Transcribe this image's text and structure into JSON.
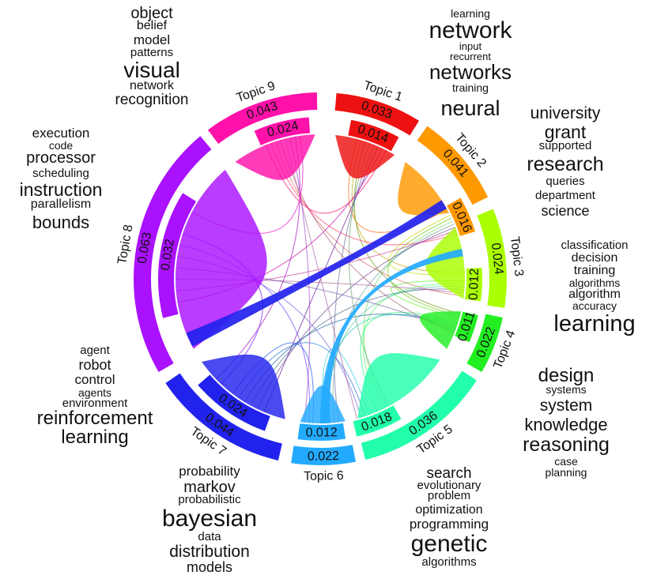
{
  "topics": [
    {
      "label": "Topic 1",
      "color": "#ee1111",
      "outer": "0.033",
      "inner": "0.014",
      "words": [
        [
          "learning",
          14
        ],
        [
          "network",
          30
        ],
        [
          "input",
          13
        ],
        [
          "recurrent",
          13
        ],
        [
          "networks",
          26
        ],
        [
          "training",
          14
        ],
        [
          "neural",
          27
        ]
      ]
    },
    {
      "label": "Topic 2",
      "color": "#ff9900",
      "outer": "0.041",
      "inner": "0.016",
      "words": [
        [
          "university",
          21
        ],
        [
          "grant",
          23
        ],
        [
          "supported",
          15
        ],
        [
          "research",
          25
        ],
        [
          "queries",
          15
        ],
        [
          "department",
          15
        ],
        [
          "science",
          18
        ]
      ]
    },
    {
      "label": "Topic 3",
      "color": "#aaff00",
      "outer": "0.024",
      "inner": "0.012",
      "words": [
        [
          "classification",
          15
        ],
        [
          "decision",
          16
        ],
        [
          "training",
          16
        ],
        [
          "algorithms",
          14
        ],
        [
          "algorithm",
          16
        ],
        [
          "accuracy",
          14
        ],
        [
          "learning",
          29
        ]
      ]
    },
    {
      "label": "Topic 4",
      "color": "#22ee22",
      "outer": "0.022",
      "inner": "0.011",
      "words": [
        [
          "design",
          24
        ],
        [
          "systems",
          14
        ],
        [
          "system",
          21
        ],
        [
          "knowledge",
          22
        ],
        [
          "reasoning",
          25
        ],
        [
          "case",
          14
        ],
        [
          "planning",
          14
        ]
      ]
    },
    {
      "label": "Topic 5",
      "color": "#22ffaa",
      "outer": "0.036",
      "inner": "0.018",
      "words": [
        [
          "search",
          19
        ],
        [
          "evolutionary",
          15
        ],
        [
          "problem",
          15
        ],
        [
          "optimization",
          16
        ],
        [
          "programming",
          17
        ],
        [
          "genetic",
          30
        ],
        [
          "algorithms",
          15
        ]
      ]
    },
    {
      "label": "Topic 6",
      "color": "#22aaff",
      "outer": "0.022",
      "inner": "0.012",
      "words": [
        [
          "probability",
          17
        ],
        [
          "markov",
          20
        ],
        [
          "probabilistic",
          15
        ],
        [
          "bayesian",
          30
        ],
        [
          "data",
          15
        ],
        [
          "distribution",
          21
        ],
        [
          "models",
          18
        ]
      ]
    },
    {
      "label": "Topic 7",
      "color": "#2222ee",
      "outer": "0.044",
      "inner": "0.024",
      "words": [
        [
          "agent",
          15
        ],
        [
          "robot",
          18
        ],
        [
          "control",
          17
        ],
        [
          "agents",
          14
        ],
        [
          "environment",
          15
        ],
        [
          "reinforcement",
          24
        ],
        [
          "learning",
          24
        ]
      ]
    },
    {
      "label": "Topic 8",
      "color": "#aa11ff",
      "outer": "0.063",
      "inner": "0.032",
      "words": [
        [
          "execution",
          17
        ],
        [
          "code",
          14
        ],
        [
          "processor",
          20
        ],
        [
          "scheduling",
          15
        ],
        [
          "instruction",
          23
        ],
        [
          "parallelism",
          16
        ],
        [
          "bounds",
          22
        ]
      ]
    },
    {
      "label": "Topic 9",
      "color": "#ff11aa",
      "outer": "0.043",
      "inner": "0.024",
      "words": [
        [
          "object",
          20
        ],
        [
          "belief",
          16
        ],
        [
          "model",
          17
        ],
        [
          "patterns",
          15
        ],
        [
          "visual",
          28
        ],
        [
          "network",
          16
        ],
        [
          "recognition",
          19
        ]
      ]
    }
  ]
}
